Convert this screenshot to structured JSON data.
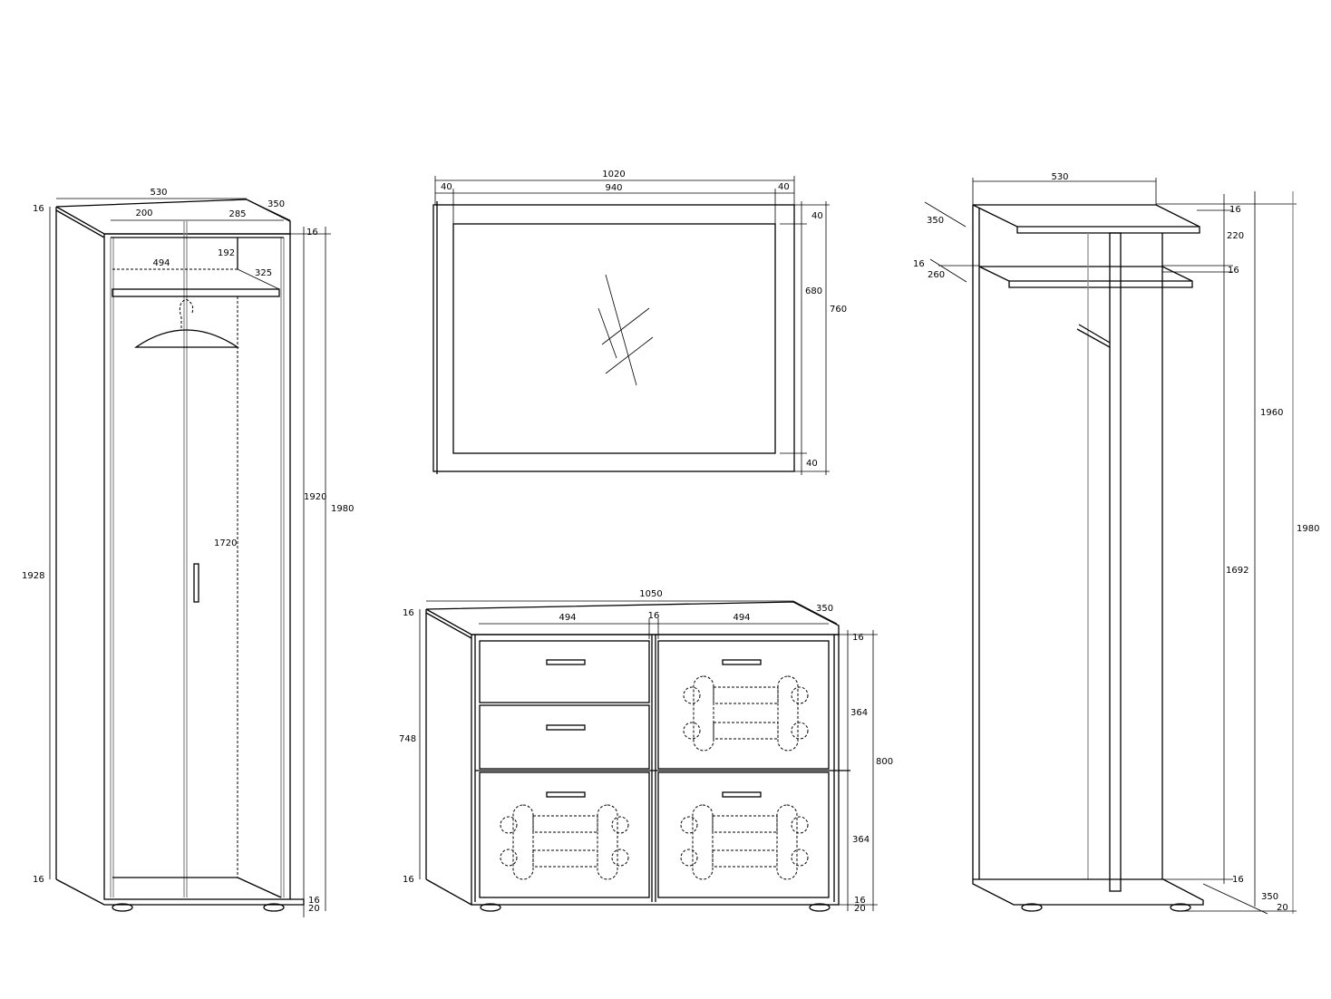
{
  "wardrobe": {
    "dims": {
      "width": "530",
      "depth": "350",
      "door_left": "200",
      "door_right": "285",
      "top_thickness": "16",
      "top_offset": "16",
      "inner_width": "494",
      "shelf_gap": "192",
      "shelf_depth": "325",
      "inner_height": "1720",
      "body_height": "1920",
      "total_height": "1980",
      "side_height": "1928",
      "bottom_thickness": "16",
      "bottom_inner": "16",
      "plinth": "20"
    }
  },
  "mirror": {
    "dims": {
      "width": "1020",
      "frame_left": "40",
      "inner_width": "940",
      "frame_right": "40",
      "frame_top": "40",
      "inner_height": "680",
      "height": "760",
      "frame_bottom": "40"
    }
  },
  "dresser": {
    "dims": {
      "width": "1050",
      "depth": "350",
      "drawer_width_left": "494",
      "divider": "16",
      "drawer_width_right": "494",
      "top_thickness": "16",
      "side_height": "748",
      "top_left": "16",
      "upper_height": "364",
      "lower_height": "364",
      "total_height": "800",
      "bottom_left": "16",
      "bottom_right": "16",
      "plinth": "20"
    }
  },
  "coat_rack": {
    "dims": {
      "width": "530",
      "top_depth": "350",
      "top_thickness": "16",
      "shelf_gap": "220",
      "shelf_thickness_left": "16",
      "shelf_depth": "260",
      "shelf_thickness_right": "16",
      "pole_height": "1692",
      "height_1960": "1960",
      "total_height": "1980",
      "bottom_thickness": "16",
      "base_depth": "350",
      "plinth": "20"
    }
  }
}
